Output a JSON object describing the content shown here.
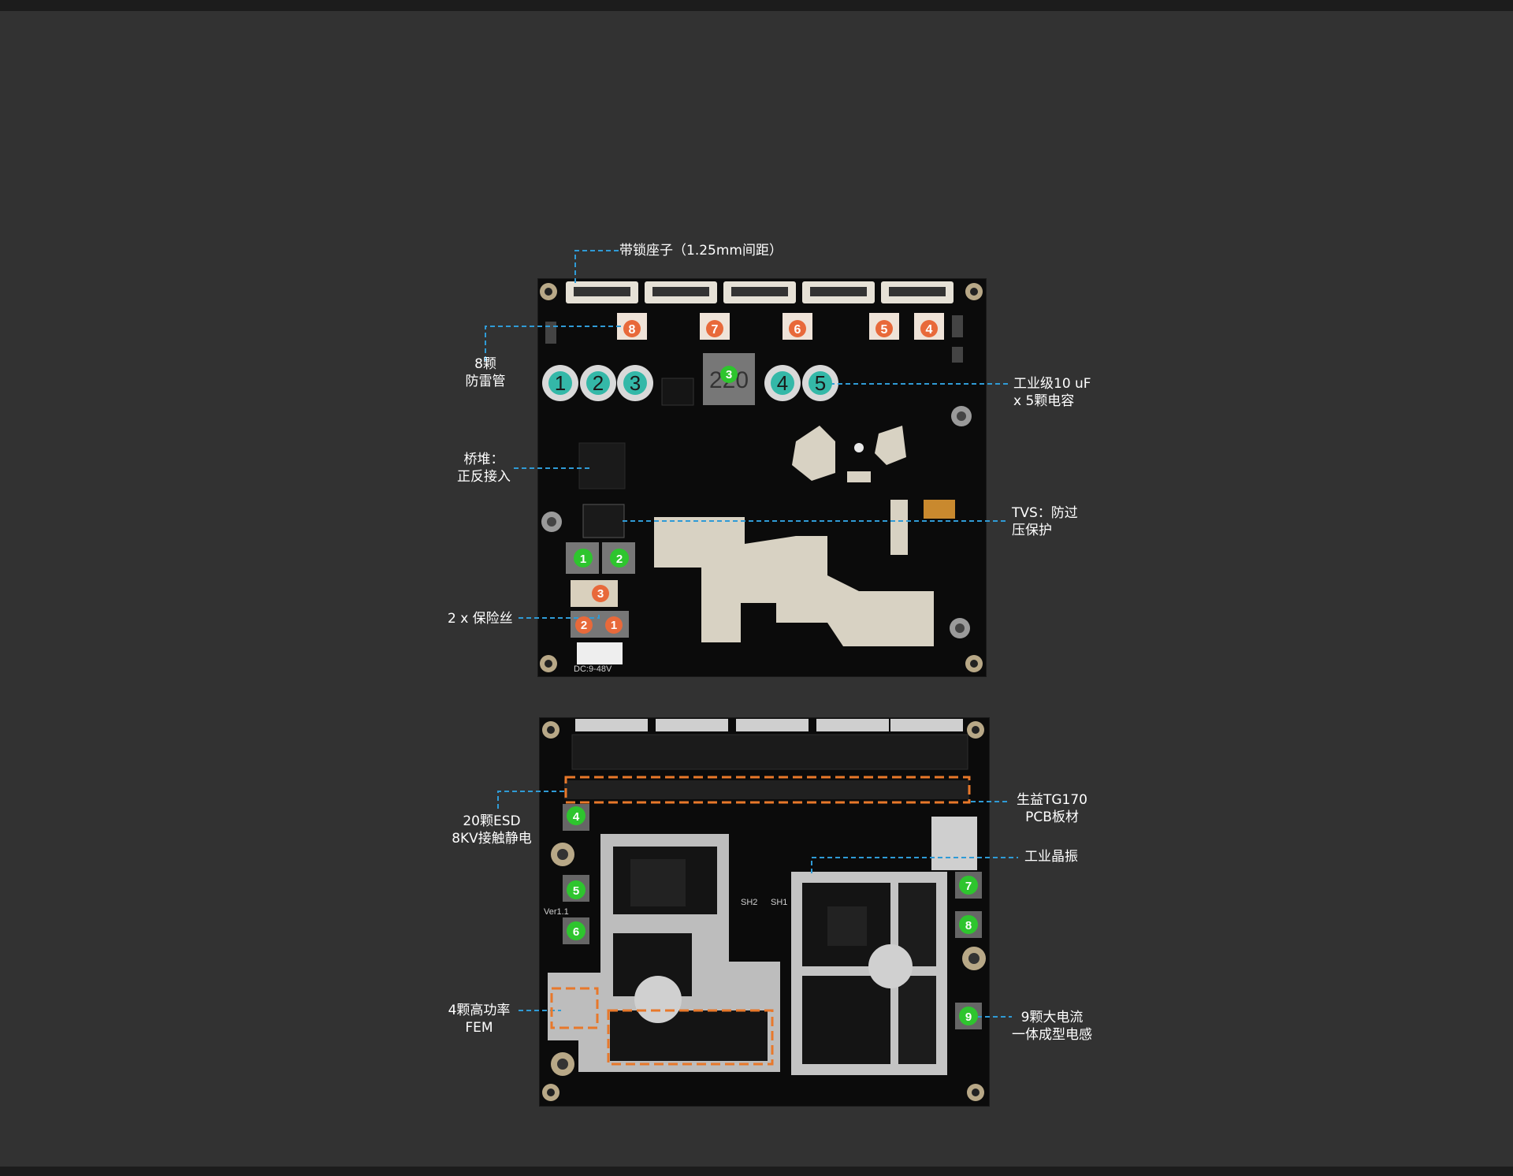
{
  "labels": {
    "connector": "带锁座子（1.25mm间距）",
    "arrester_line1": "8颗",
    "arrester_line2": "防雷管",
    "capacitor_line1": "工业级10 uF",
    "capacitor_line2": "x 5颗电容",
    "bridge_line1": "桥堆：",
    "bridge_line2": "正反接入",
    "tvs_line1": "TVS：防过",
    "tvs_line2": "压保护",
    "fuse": "2 x 保险丝",
    "esd_line1": "20颗ESD",
    "esd_line2": "8KV接触静电",
    "pcb_line1": "生益TG170",
    "pcb_line2": "PCB板材",
    "crystal": "工业晶振",
    "fem_line1": "4颗高功率",
    "fem_line2": "FEM",
    "inductor_line1": "9颗大电流",
    "inductor_line2": "一体成型电感"
  },
  "board_marks": {
    "orange_top": [
      "8",
      "7",
      "6",
      "5",
      "4"
    ],
    "teal_caps": [
      "1",
      "2",
      "3",
      "4",
      "5"
    ],
    "inductor_top": "3",
    "inductor_top_print": "220",
    "green_power": [
      "1",
      "2"
    ],
    "orange_fuse": [
      "3",
      "2",
      "1"
    ],
    "green_bottom": [
      "4",
      "5",
      "6",
      "7",
      "8",
      "9"
    ],
    "silk_sh2": "SH2",
    "silk_sh1": "SH1",
    "silk_ver": "Ver1.1",
    "silk_dc": "DC:9-48V"
  },
  "colors": {
    "background": "#323232",
    "callout_line": "#2f9bd6",
    "orange_marker": "#e8693a",
    "green_marker": "#2ec52e",
    "teal_marker": "#34b8a8",
    "highlight_box": "#e8782a"
  }
}
